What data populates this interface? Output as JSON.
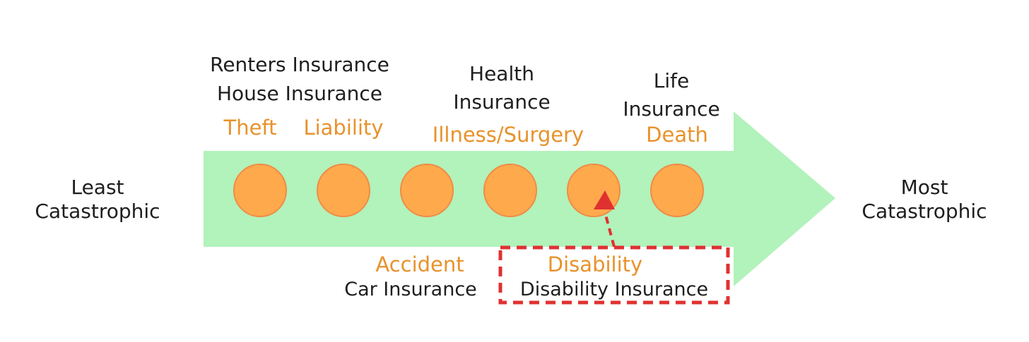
{
  "ends": {
    "left": [
      "Least",
      "Catastrophic"
    ],
    "right": [
      "Most",
      "Catastrophic"
    ]
  },
  "insurance": {
    "renters": "Renters Insurance",
    "house": "House Insurance",
    "health": [
      "Health",
      "Insurance"
    ],
    "life": [
      "Life",
      "Insurance"
    ],
    "car": "Car Insurance",
    "disability": "Disability Insurance"
  },
  "risks": {
    "theft": "Theft",
    "liability": "Liability",
    "illness": "Illness/Surgery",
    "death": "Death",
    "accident": "Accident",
    "disability": "Disability"
  },
  "colors": {
    "arrow": "#b2f2bb",
    "dot": "#ffa94d",
    "dot_stroke": "#f08c45",
    "risk_text": "#e8922b",
    "highlight": "#e03131",
    "text": "#1e1e1e"
  }
}
